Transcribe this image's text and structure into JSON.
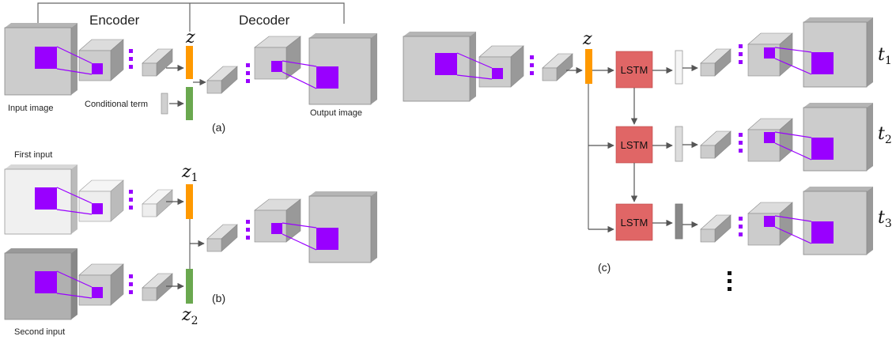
{
  "panel_a": {
    "encoder_label": "Encoder",
    "decoder_label": "Decoder",
    "z_label": "z",
    "input_label": "Input image",
    "conditional_label": "Conditional term",
    "output_label": "Output image",
    "tag": "(a)"
  },
  "panel_b": {
    "first_label": "First input",
    "second_label": "Second input",
    "z1_base": "z",
    "z1_sub": "1",
    "z2_base": "z",
    "z2_sub": "2",
    "tag": "(b)"
  },
  "panel_c": {
    "z_label": "z",
    "lstm_labels": [
      "LSTM",
      "LSTM",
      "LSTM"
    ],
    "t_labels": [
      {
        "base": "t",
        "sub": "1"
      },
      {
        "base": "t",
        "sub": "2"
      },
      {
        "base": "t",
        "sub": "3"
      }
    ],
    "tag": "(c)",
    "more": "⋮"
  },
  "colors": {
    "purple": "#9900ff",
    "latent_orange": "#ff9900",
    "cond_green": "#6aa84f",
    "lstm_red": "#e06666",
    "box_grey": "#cccccc"
  }
}
